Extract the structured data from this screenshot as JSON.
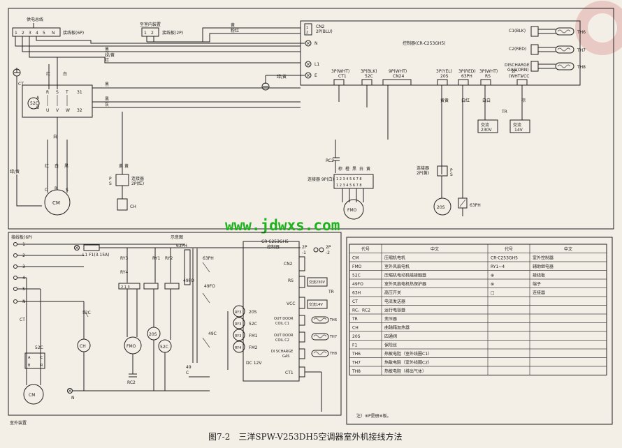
{
  "watermark": "www.jdwxs.com",
  "caption": "图7-2　三洋SPW-V253DH5空调器室外机接线方法",
  "note": "注）※P是册※板。",
  "top": {
    "power_label": "供电总线",
    "terminal_label": "接线板(6P)",
    "indoor_label": "至室内装置",
    "indoor_conn": "接线板(2P)",
    "controller": "控制器(CR-C253GH5)",
    "cn2": "CN2",
    "cn2_sub": "2P(BLU)",
    "n": "N",
    "l1": "L1",
    "e": "E",
    "c1": "C1(BLK)",
    "c2": "C2(RED)",
    "discharge": "DISCHARGE",
    "gas": "GAS(ORN)",
    "th6": "TH6",
    "th7": "TH7",
    "th8": "TH8",
    "cn_labels": [
      "3P(WHT)",
      "3P(BLK)",
      "9P(WHT)",
      "3P(YEL)",
      "3P(RED)",
      "3P(WHT)",
      "2P"
    ],
    "cn_subs": [
      "CT1",
      "52C",
      "CN24",
      "20S",
      "63PH",
      "RS",
      "(WHT)"
    ],
    "vcc": "VCC",
    "tr": "TR",
    "ac230": "交流\n230V",
    "ac14": "交流\n14V",
    "c52": "52C",
    "ct": "CT",
    "cm": "CM",
    "fmo": "FMO",
    "s20": "20S",
    "ph63": "63PH",
    "rc2": "RC2",
    "ch": "CH",
    "conn_2pred": "连接器\n2P(红)",
    "conn_9p": "连接器\n9P(白)",
    "conn_2pyel": "连接器\n2P(黄)"
  },
  "bottom": {
    "terminal": "接线板(6P)",
    "indoor": "示意图",
    "controller": "CR-C253GH5\n控制器",
    "outdoor": "室外装置",
    "fuse": "L1 F1(3.15A)",
    "relays": [
      "RY3",
      "RY4",
      "RY1",
      "RY2"
    ],
    "parts": [
      "CH",
      "FMO",
      "20S",
      "52C",
      "CM",
      "RC2"
    ],
    "ry_coils": [
      "RY3",
      "RY3",
      "RY3",
      "RY4"
    ],
    "coil_labels": [
      "20S",
      "52C",
      "FM1",
      "FM2"
    ],
    "dc12": "DC 12V",
    "rs": "RS",
    "vcc": "VCC",
    "ac230": "交流230V",
    "ac14": "交流14V",
    "tr": "TR",
    "cn2": "CN2",
    "coil1": "OUT DOOR\nCOIL C1",
    "coil2": "OUT DOOR\nCOIL C2",
    "discharge": "DI SCHARGE\nGAS",
    "ct1": "CT1",
    "ph63": "63PH",
    "fo49": "49FO"
  },
  "legend": {
    "headers": [
      "代号",
      "中文",
      "代号",
      "中文"
    ],
    "rows": [
      [
        "CM",
        "压缩机电机",
        "CR-C253GH5",
        "室外控制器"
      ],
      [
        "FMO",
        "室外风扇电机",
        "RY1~4",
        "辅助继电器"
      ],
      [
        "52C",
        "压缩机电动机磁接触器",
        "⊕",
        "接线板"
      ],
      [
        "49FO",
        "室外风扇电机热保护器",
        "⊗",
        "端子"
      ],
      [
        "63H",
        "高压开关",
        "□",
        "连接器"
      ],
      [
        "CT",
        "电流发送器",
        "",
        ""
      ],
      [
        "RC、RC2",
        "运行电容器",
        "",
        ""
      ],
      [
        "TR",
        "变压器",
        "",
        ""
      ],
      [
        "CH",
        "曲轴箱加热器",
        "",
        ""
      ],
      [
        "20S",
        "四通阀",
        "",
        ""
      ],
      [
        "F1",
        "保险丝",
        "",
        ""
      ],
      [
        "TH6",
        "热敏电阻（室外线圈C1）",
        "",
        ""
      ],
      [
        "TH7",
        "热敏电阻（室外线圈C2）",
        "",
        ""
      ],
      [
        "TH8",
        "热敏电阻（排出气体）",
        "",
        ""
      ]
    ]
  }
}
